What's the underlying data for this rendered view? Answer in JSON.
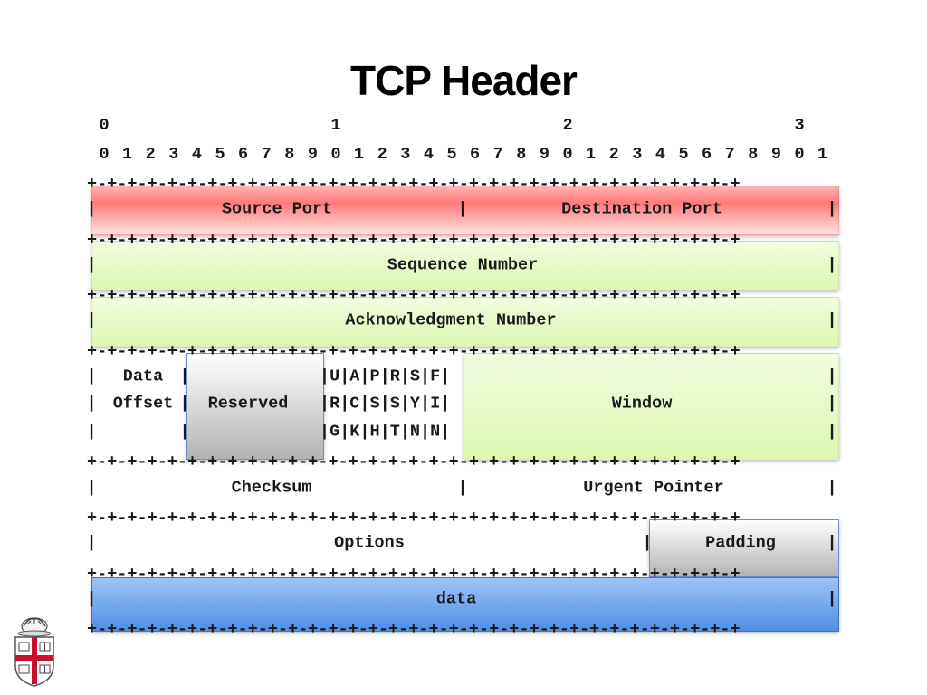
{
  "title": "TCP Header",
  "bit_tens": [
    "0",
    "1",
    "2",
    "3"
  ],
  "bit_units": [
    "0",
    "1",
    "2",
    "3",
    "4",
    "5",
    "6",
    "7",
    "8",
    "9",
    "0",
    "1",
    "2",
    "3",
    "4",
    "5",
    "6",
    "7",
    "8",
    "9",
    "0",
    "1",
    "2",
    "3",
    "4",
    "5",
    "6",
    "7",
    "8",
    "9",
    "0",
    "1"
  ],
  "border_text": "+-+-+-+-+-+-+-+-+-+-+-+-+-+-+-+-+-+-+-+-+-+-+-+-+-+-+-+-+-+-+-+-+",
  "pipe": "|",
  "fields": {
    "source_port": "Source Port",
    "destination_port": "Destination Port",
    "sequence_number": "Sequence Number",
    "acknowledgment_number": "Acknowledgment Number",
    "data_offset_line1": "Data",
    "data_offset_line2": "Offset",
    "reserved": "Reserved",
    "flags_line1": "|U|A|P|R|S|F|",
    "flags_line2": "|R|C|S|S|Y|I|",
    "flags_line3": "|G|K|H|T|N|N|",
    "window": "Window",
    "checksum": "Checksum",
    "urgent_pointer": "Urgent Pointer",
    "options": "Options",
    "padding": "Padding",
    "data": "data"
  },
  "colors": {
    "port_row": "#ff8a8a",
    "seq_ack_window": "#e4f9c4",
    "reserved_padding": "#c8c8c8",
    "data_row": "#5f9ae6"
  },
  "logo_icon": "university-shield-icon"
}
